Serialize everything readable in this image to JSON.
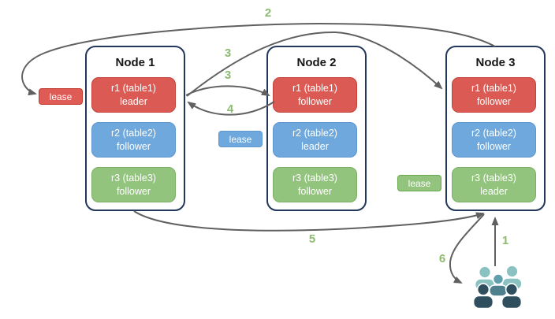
{
  "diagram": {
    "nodes": [
      {
        "title": "Node 1",
        "replicas": [
          {
            "name": "r1 (table1)",
            "role": "leader",
            "color": "#db5b54"
          },
          {
            "name": "r2 (table2)",
            "role": "follower",
            "color": "#6fa8dc"
          },
          {
            "name": "r3 (table3)",
            "role": "follower",
            "color": "#93c47d"
          }
        ]
      },
      {
        "title": "Node 2",
        "replicas": [
          {
            "name": "r1 (table1)",
            "role": "follower",
            "color": "#db5b54"
          },
          {
            "name": "r2 (table2)",
            "role": "leader",
            "color": "#6fa8dc"
          },
          {
            "name": "r3 (table3)",
            "role": "follower",
            "color": "#93c47d"
          }
        ]
      },
      {
        "title": "Node 3",
        "replicas": [
          {
            "name": "r1 (table1)",
            "role": "follower",
            "color": "#db5b54"
          },
          {
            "name": "r2 (table2)",
            "role": "follower",
            "color": "#6fa8dc"
          },
          {
            "name": "r3 (table3)",
            "role": "leader",
            "color": "#93c47d"
          }
        ]
      }
    ],
    "leases": [
      {
        "label": "lease",
        "color": "#df5b55",
        "near": "Node 1 r1 leader"
      },
      {
        "label": "lease",
        "color": "#6fa8dc",
        "near": "Node 2 r2 leader"
      },
      {
        "label": "lease",
        "color": "#93c47d",
        "near": "Node 3 r3 leader"
      }
    ],
    "steps": [
      {
        "label": "2"
      },
      {
        "label": "3"
      },
      {
        "label": "3"
      },
      {
        "label": "4"
      },
      {
        "label": "5"
      },
      {
        "label": "1"
      },
      {
        "label": "6"
      }
    ],
    "icons": {
      "users": "users-group-icon"
    },
    "colors": {
      "arrow": "#606060",
      "step_label": "#8cbb71",
      "node_border": "#22375a",
      "replica_red": "#db5b54",
      "replica_blue": "#6fa8dc",
      "replica_green": "#93c47d",
      "users_light": "#8ac2c2",
      "users_mid_head": "#60a0ad",
      "users_mid_body": "#4f808e",
      "users_dark": "#2f4f5f"
    }
  }
}
